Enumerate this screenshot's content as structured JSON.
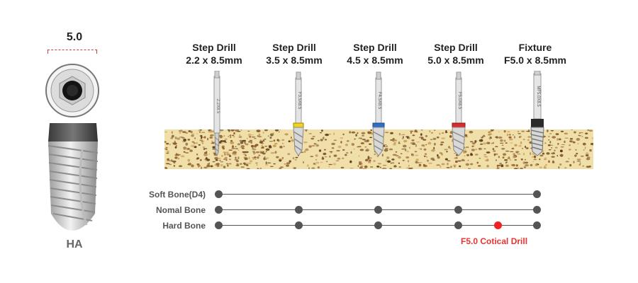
{
  "implant": {
    "diameter_label": "5.0",
    "surface_label": "HA"
  },
  "instruments": [
    {
      "title": "Step Drill",
      "size": "2.2 x 8.5mm",
      "shaft_text": "2.2X8.5",
      "ring_color": "",
      "is_fixture": false
    },
    {
      "title": "Step Drill",
      "size": "3.5 x 8.5mm",
      "shaft_text": "F3.5X8.5",
      "ring_color": "#f2d21c",
      "is_fixture": false
    },
    {
      "title": "Step Drill",
      "size": "4.5 x 8.5mm",
      "shaft_text": "F4.5X8.5",
      "ring_color": "#2b6fc9",
      "is_fixture": false
    },
    {
      "title": "Step Drill",
      "size": "5.0 x 8.5mm",
      "shaft_text": "F5.0X8.5",
      "ring_color": "#d92b2b",
      "is_fixture": false
    },
    {
      "title": "Fixture",
      "size": "F5.0 x 8.5mm",
      "shaft_text": "MF5.0X8.5",
      "ring_color": "",
      "is_fixture": true
    }
  ],
  "protocol": {
    "rows": [
      {
        "label": "Soft Bone(D4)",
        "steps": [
          true,
          false,
          false,
          false,
          false,
          true
        ]
      },
      {
        "label": "Nomal Bone",
        "steps": [
          true,
          true,
          true,
          true,
          false,
          true
        ]
      },
      {
        "label": "Hard Bone",
        "steps": [
          true,
          true,
          true,
          true,
          true,
          true
        ]
      }
    ],
    "highlight_color": "#ee2222",
    "annotation": "F5.0 Cotical Drill"
  },
  "colors": {
    "bone_base": "#f0dfa8",
    "bone_pore": "#8a5a2a",
    "node": "#555555",
    "annotation": "#e8332f"
  }
}
